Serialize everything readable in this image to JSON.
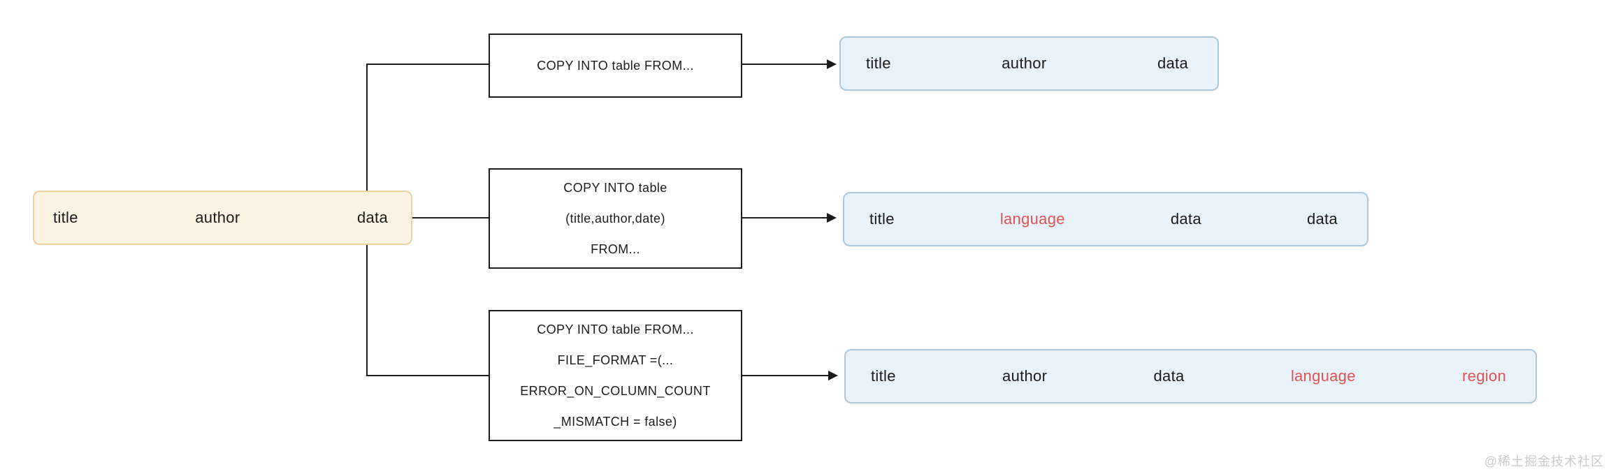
{
  "source_table": {
    "columns": [
      {
        "label": "title",
        "color": "#1B1B1B"
      },
      {
        "label": "author",
        "color": "#1B1B1B"
      },
      {
        "label": "data",
        "color": "#1B1B1B"
      }
    ]
  },
  "commands": [
    {
      "lines": [
        "COPY INTO table FROM..."
      ]
    },
    {
      "lines": [
        "COPY INTO table",
        "(title,author,date)",
        "FROM..."
      ]
    },
    {
      "lines": [
        "COPY INTO table FROM...",
        "FILE_FORMAT =(...",
        "ERROR_ON_COLUMN_COUNT",
        "_MISMATCH = false)"
      ]
    }
  ],
  "results": [
    {
      "columns": [
        {
          "label": "title",
          "color": "#1B1B1B"
        },
        {
          "label": "author",
          "color": "#1B1B1B"
        },
        {
          "label": "data",
          "color": "#1B1B1B"
        }
      ]
    },
    {
      "columns": [
        {
          "label": "title",
          "color": "#1B1B1B"
        },
        {
          "label": "language",
          "color": "#E05353"
        },
        {
          "label": "data",
          "color": "#1B1B1B"
        },
        {
          "label": "data",
          "color": "#1B1B1B"
        }
      ]
    },
    {
      "columns": [
        {
          "label": "title",
          "color": "#1B1B1B"
        },
        {
          "label": "author",
          "color": "#1B1B1B"
        },
        {
          "label": "data",
          "color": "#1B1B1B"
        },
        {
          "label": "language",
          "color": "#E05353"
        },
        {
          "label": "region",
          "color": "#E05353"
        }
      ]
    }
  ],
  "watermark": {
    "text": "@稀土掘金技术社区"
  },
  "colors": {
    "line": "#1B1B1B",
    "highlight_red": "#E05353",
    "source_fill": "#FCF3E2",
    "source_border": "#F0CFA0",
    "result_fill": "#E8F2FA",
    "result_border": "#A9C7DE"
  }
}
